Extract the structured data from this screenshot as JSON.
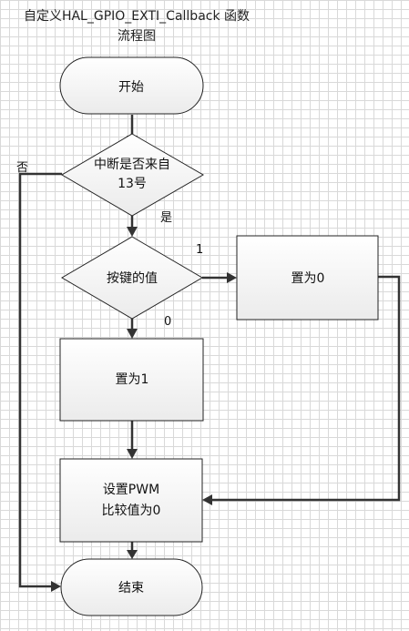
{
  "title": {
    "line1": "自定义HAL_GPIO_EXTI_Callback 函数",
    "line2": "流程图"
  },
  "nodes": {
    "start": "开始",
    "decision_source": {
      "line1": "中断是否来自",
      "line2": "13号"
    },
    "decision_key": "按键的值",
    "set_zero": "置为0",
    "set_one": "置为1",
    "set_pwm": {
      "line1": "设置PWM",
      "line2": "比较值为0"
    },
    "end": "结束"
  },
  "edges": {
    "no": "否",
    "yes": "是",
    "one": "1",
    "zero": "0"
  }
}
